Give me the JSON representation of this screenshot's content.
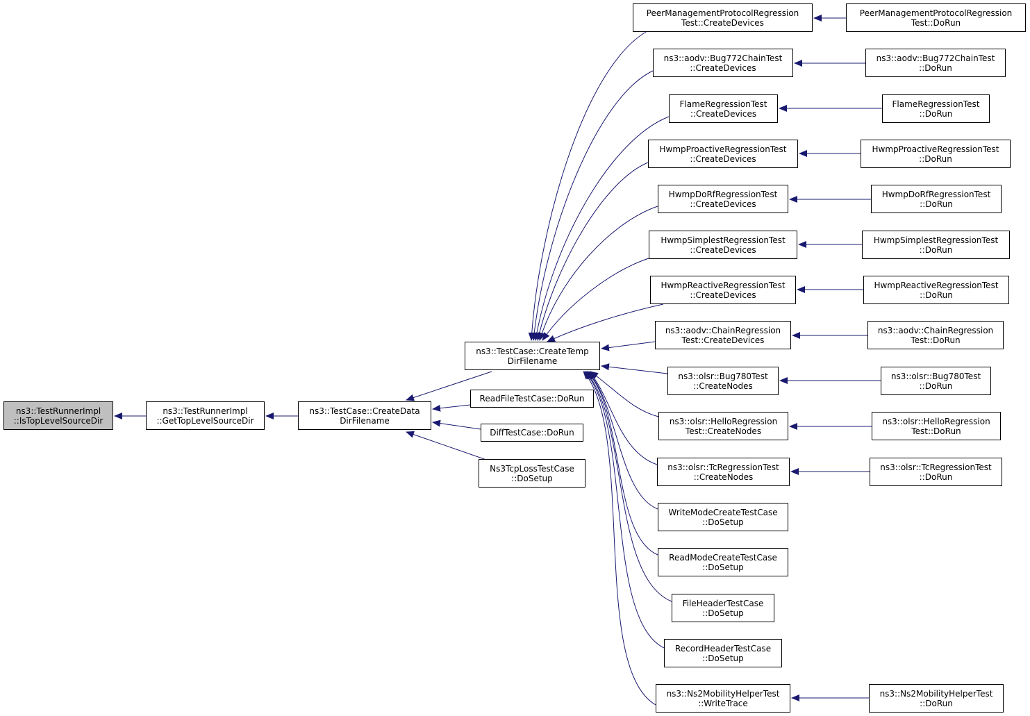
{
  "colors": {
    "edge": "#191970",
    "root_fill": "#bfbfbf",
    "node_fill": "#ffffff",
    "border": "#000000"
  },
  "nodes": {
    "root": {
      "line1": "ns3::TestRunnerImpl",
      "line2": "::IsTopLevelSourceDir"
    },
    "gettop": {
      "line1": "ns3::TestRunnerImpl",
      "line2": "::GetTopLevelSourceDir"
    },
    "createdata": {
      "line1": "ns3::TestCase::CreateData",
      "line2": "DirFilename"
    },
    "createtemp": {
      "line1": "ns3::TestCase::CreateTemp",
      "line2": "DirFilename"
    },
    "readfile": {
      "line1": "ReadFileTestCase::DoRun"
    },
    "difftest": {
      "line1": "DiffTestCase::DoRun"
    },
    "ns3tcp": {
      "line1": "Ns3TcpLossTestCase",
      "line2": "::DoSetup"
    },
    "peer_cd": {
      "line1": "PeerManagementProtocolRegression",
      "line2": "Test::CreateDevices"
    },
    "peer_run": {
      "line1": "PeerManagementProtocolRegression",
      "line2": "Test::DoRun"
    },
    "aodv772_cd": {
      "line1": "ns3::aodv::Bug772ChainTest",
      "line2": "::CreateDevices"
    },
    "aodv772_run": {
      "line1": "ns3::aodv::Bug772ChainTest",
      "line2": "::DoRun"
    },
    "flame_cd": {
      "line1": "FlameRegressionTest",
      "line2": "::CreateDevices"
    },
    "flame_run": {
      "line1": "FlameRegressionTest",
      "line2": "::DoRun"
    },
    "hwmpp_cd": {
      "line1": "HwmpProactiveRegressionTest",
      "line2": "::CreateDevices"
    },
    "hwmpp_run": {
      "line1": "HwmpProactiveRegressionTest",
      "line2": "::DoRun"
    },
    "hwmpd_cd": {
      "line1": "HwmpDoRfRegressionTest",
      "line2": "::CreateDevices"
    },
    "hwmpd_run": {
      "line1": "HwmpDoRfRegressionTest",
      "line2": "::DoRun"
    },
    "hwmps_cd": {
      "line1": "HwmpSimplestRegressionTest",
      "line2": "::CreateDevices"
    },
    "hwmps_run": {
      "line1": "HwmpSimplestRegressionTest",
      "line2": "::DoRun"
    },
    "hwmpr_cd": {
      "line1": "HwmpReactiveRegressionTest",
      "line2": "::CreateDevices"
    },
    "hwmpr_run": {
      "line1": "HwmpReactiveRegressionTest",
      "line2": "::DoRun"
    },
    "aodvc_cd": {
      "line1": "ns3::aodv::ChainRegression",
      "line2": "Test::CreateDevices"
    },
    "aodvc_run": {
      "line1": "ns3::aodv::ChainRegression",
      "line2": "Test::DoRun"
    },
    "olsr780_cn": {
      "line1": "ns3::olsr::Bug780Test",
      "line2": "::CreateNodes"
    },
    "olsr780_run": {
      "line1": "ns3::olsr::Bug780Test",
      "line2": "::DoRun"
    },
    "olsrh_cn": {
      "line1": "ns3::olsr::HelloRegression",
      "line2": "Test::CreateNodes"
    },
    "olsrh_run": {
      "line1": "ns3::olsr::HelloRegression",
      "line2": "Test::DoRun"
    },
    "olsrtc_cn": {
      "line1": "ns3::olsr::TcRegressionTest",
      "line2": "::CreateNodes"
    },
    "olsrtc_run": {
      "line1": "ns3::olsr::TcRegressionTest",
      "line2": "::DoRun"
    },
    "writemode": {
      "line1": "WriteModeCreateTestCase",
      "line2": "::DoSetup"
    },
    "readmode": {
      "line1": "ReadModeCreateTestCase",
      "line2": "::DoSetup"
    },
    "fileheader": {
      "line1": "FileHeaderTestCase",
      "line2": "::DoSetup"
    },
    "recordheader": {
      "line1": "RecordHeaderTestCase",
      "line2": "::DoSetup"
    },
    "ns2_wt": {
      "line1": "ns3::Ns2MobilityHelperTest",
      "line2": "::WriteTrace"
    },
    "ns2_run": {
      "line1": "ns3::Ns2MobilityHelperTest",
      "line2": "::DoRun"
    }
  }
}
